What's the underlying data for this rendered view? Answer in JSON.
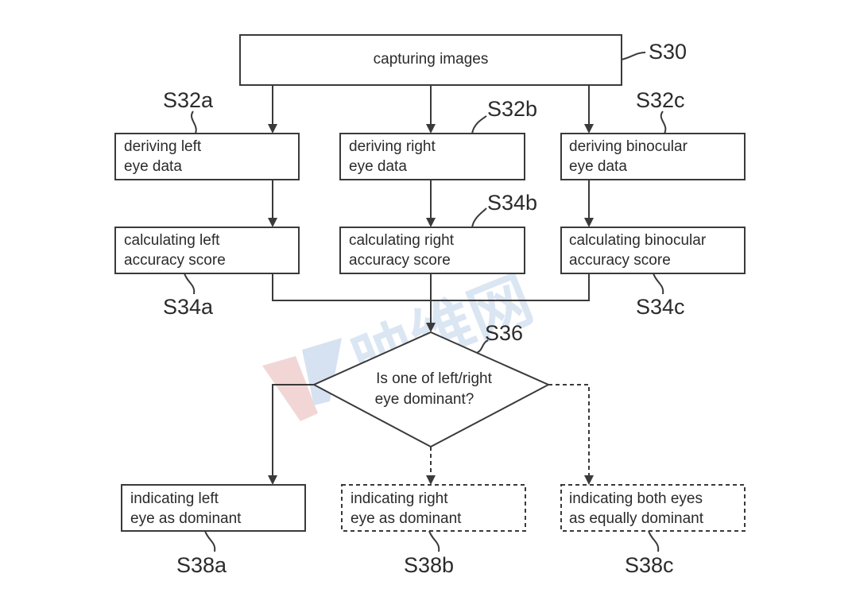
{
  "steps": {
    "s30": {
      "label": "S30",
      "lines": [
        "capturing images"
      ]
    },
    "s32a": {
      "label": "S32a",
      "lines": [
        "deriving left",
        "eye data"
      ]
    },
    "s32b": {
      "label": "S32b",
      "lines": [
        "deriving right",
        "eye data"
      ]
    },
    "s32c": {
      "label": "S32c",
      "lines": [
        "deriving binocular",
        "eye data"
      ]
    },
    "s34a": {
      "label": "S34a",
      "lines": [
        "calculating left",
        "accuracy score"
      ]
    },
    "s34b": {
      "label": "S34b",
      "lines": [
        "calculating right",
        "accuracy score"
      ]
    },
    "s34c": {
      "label": "S34c",
      "lines": [
        "calculating binocular",
        "accuracy score"
      ]
    },
    "s36": {
      "label": "S36",
      "lines": [
        "Is one of left/right",
        "eye dominant?"
      ]
    },
    "s38a": {
      "label": "S38a",
      "lines": [
        "indicating left",
        "eye as dominant"
      ]
    },
    "s38b": {
      "label": "S38b",
      "lines": [
        "indicating right",
        "eye as dominant"
      ]
    },
    "s38c": {
      "label": "S38c",
      "lines": [
        "indicating both eyes",
        "as equally dominant"
      ]
    }
  },
  "watermark": {
    "text": "映维网"
  },
  "colors": {
    "line": "#3a3a3a",
    "text": "#2b2b2b",
    "watermark_red": "#f2d6d6",
    "watermark_blue": "#dbe6f3"
  }
}
